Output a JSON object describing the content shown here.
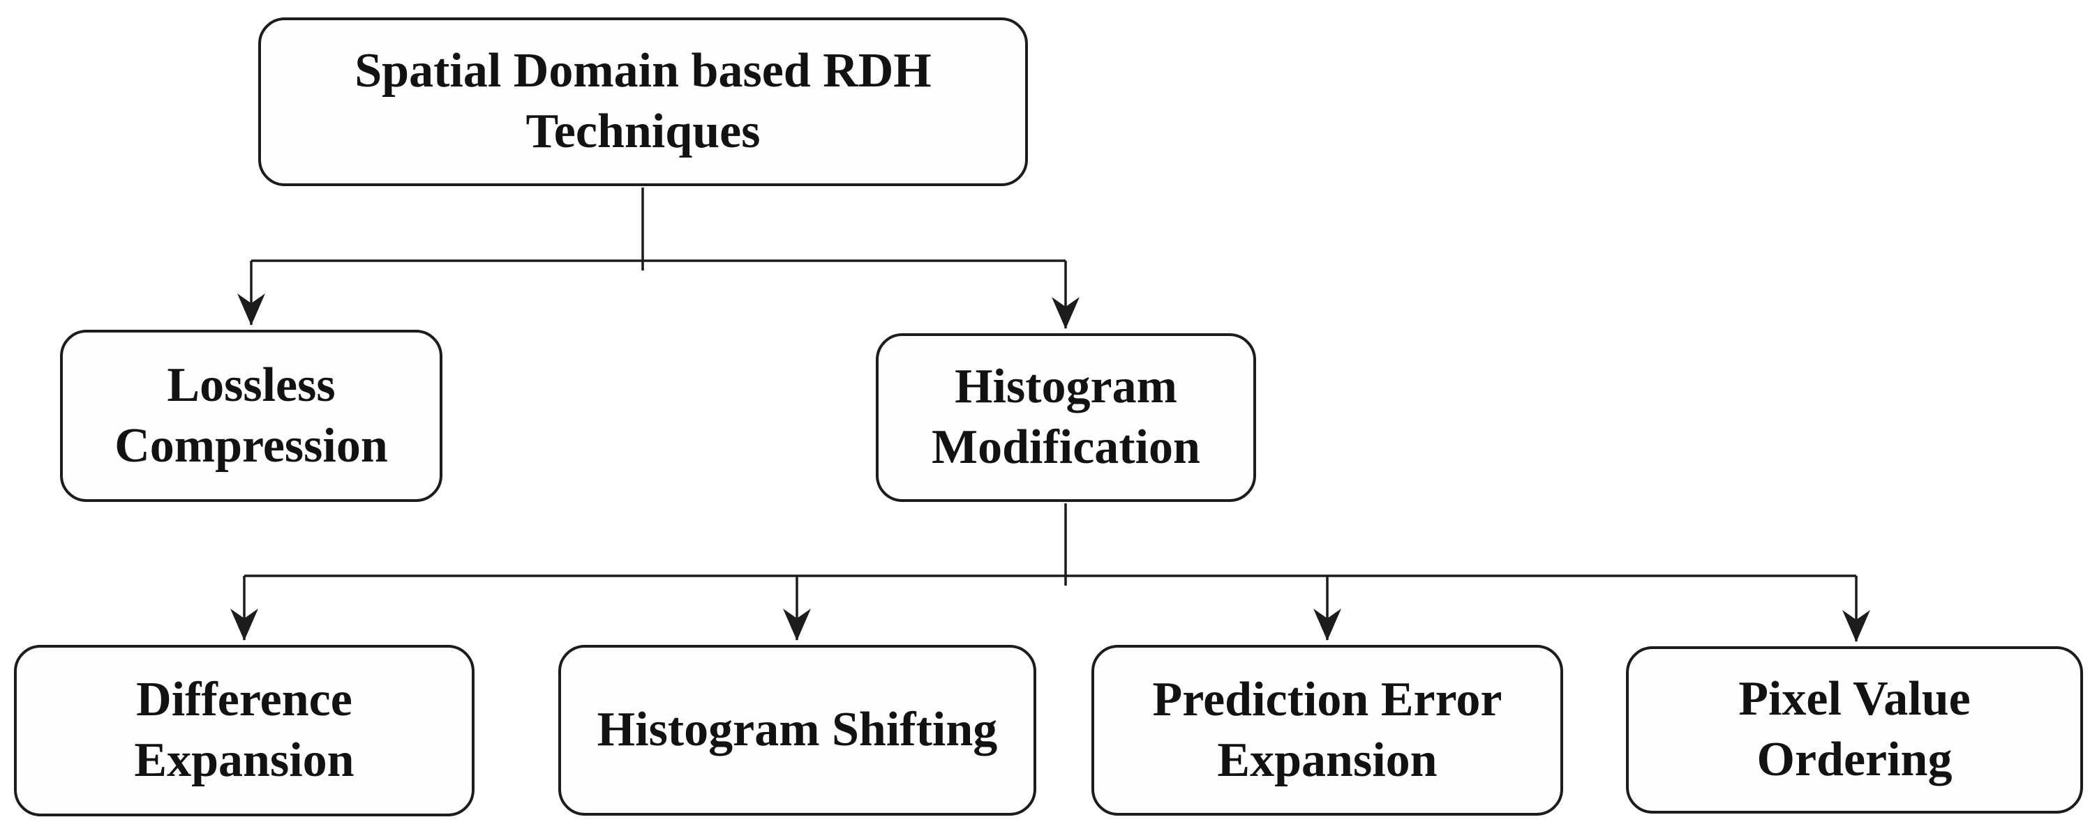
{
  "nodes": {
    "root": {
      "label": "Spatial Domain based RDH\nTechniques"
    },
    "lossless_compression": {
      "label": "Lossless\nCompression"
    },
    "histogram_modification": {
      "label": "Histogram\nModification"
    },
    "difference_expansion": {
      "label": "Difference\nExpansion"
    },
    "histogram_shifting": {
      "label": "Histogram Shifting"
    },
    "prediction_error_expansion": {
      "label": "Prediction Error\nExpansion"
    },
    "pixel_value_ordering": {
      "label": "Pixel Value\nOrdering"
    }
  },
  "edges": [
    {
      "from": "Spatial Domain based RDH Techniques",
      "to": "Lossless Compression"
    },
    {
      "from": "Spatial Domain based RDH Techniques",
      "to": "Histogram Modification"
    },
    {
      "from": "Histogram Modification",
      "to": "Difference Expansion"
    },
    {
      "from": "Histogram Modification",
      "to": "Histogram Shifting"
    },
    {
      "from": "Histogram Modification",
      "to": "Prediction Error Expansion"
    },
    {
      "from": "Histogram Modification",
      "to": "Pixel Value Ordering"
    }
  ],
  "colors": {
    "line": "#1c1c1c",
    "border": "#1c1c1c",
    "text": "#121212",
    "node_background": "#fefefe",
    "page_background": "#ffffff"
  }
}
